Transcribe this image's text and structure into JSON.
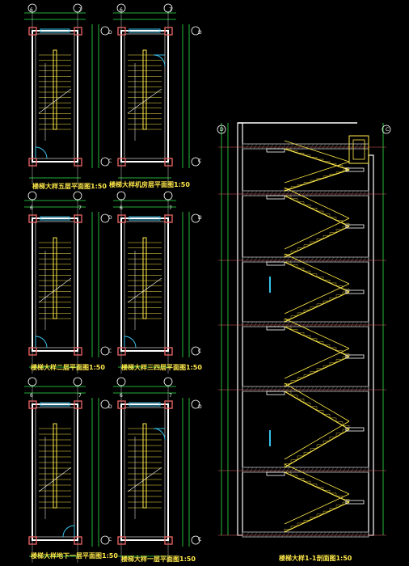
{
  "drawing": {
    "plans": [
      {
        "id": "p1",
        "title": "楼梯大样五层平面图1:50",
        "axis_top": [
          "6",
          "7"
        ],
        "axis_side": [
          "D",
          "C"
        ]
      },
      {
        "id": "p2",
        "title": "楼梯大样机房层平面图1:50",
        "axis_top": [
          "6",
          "7"
        ],
        "axis_side": [
          "D",
          "C"
        ]
      },
      {
        "id": "p3",
        "title": "楼梯大样二层平面图1:50",
        "axis_top": [
          "6",
          "7"
        ],
        "axis_side": [
          "D",
          "C"
        ]
      },
      {
        "id": "p4",
        "title": "楼梯大样三四层平面图1:50",
        "axis_top": [
          "6",
          "7"
        ],
        "axis_side": [
          "D",
          "C"
        ]
      },
      {
        "id": "p5",
        "title": "楼梯大样地下一层平面图1:50",
        "axis_top": [
          "6",
          "7"
        ],
        "axis_side": [
          "D",
          "C"
        ]
      },
      {
        "id": "p6",
        "title": "楼梯大样一层平面图1:50",
        "axis_top": [
          "6",
          "7"
        ],
        "axis_side": [
          "D",
          "C"
        ]
      }
    ],
    "section": {
      "title": "楼梯大样1-1剖面图1:50",
      "axis_side": [
        "D",
        "C"
      ]
    },
    "colors": {
      "background": "#000000",
      "wall": "#ffffff",
      "column": "#e06060",
      "stair": "#ffe94a",
      "dimension": "#2ee84a",
      "glass": "#38c0e8",
      "floor_hatch": "#9a9a9a",
      "text": "#ffe94a"
    }
  }
}
